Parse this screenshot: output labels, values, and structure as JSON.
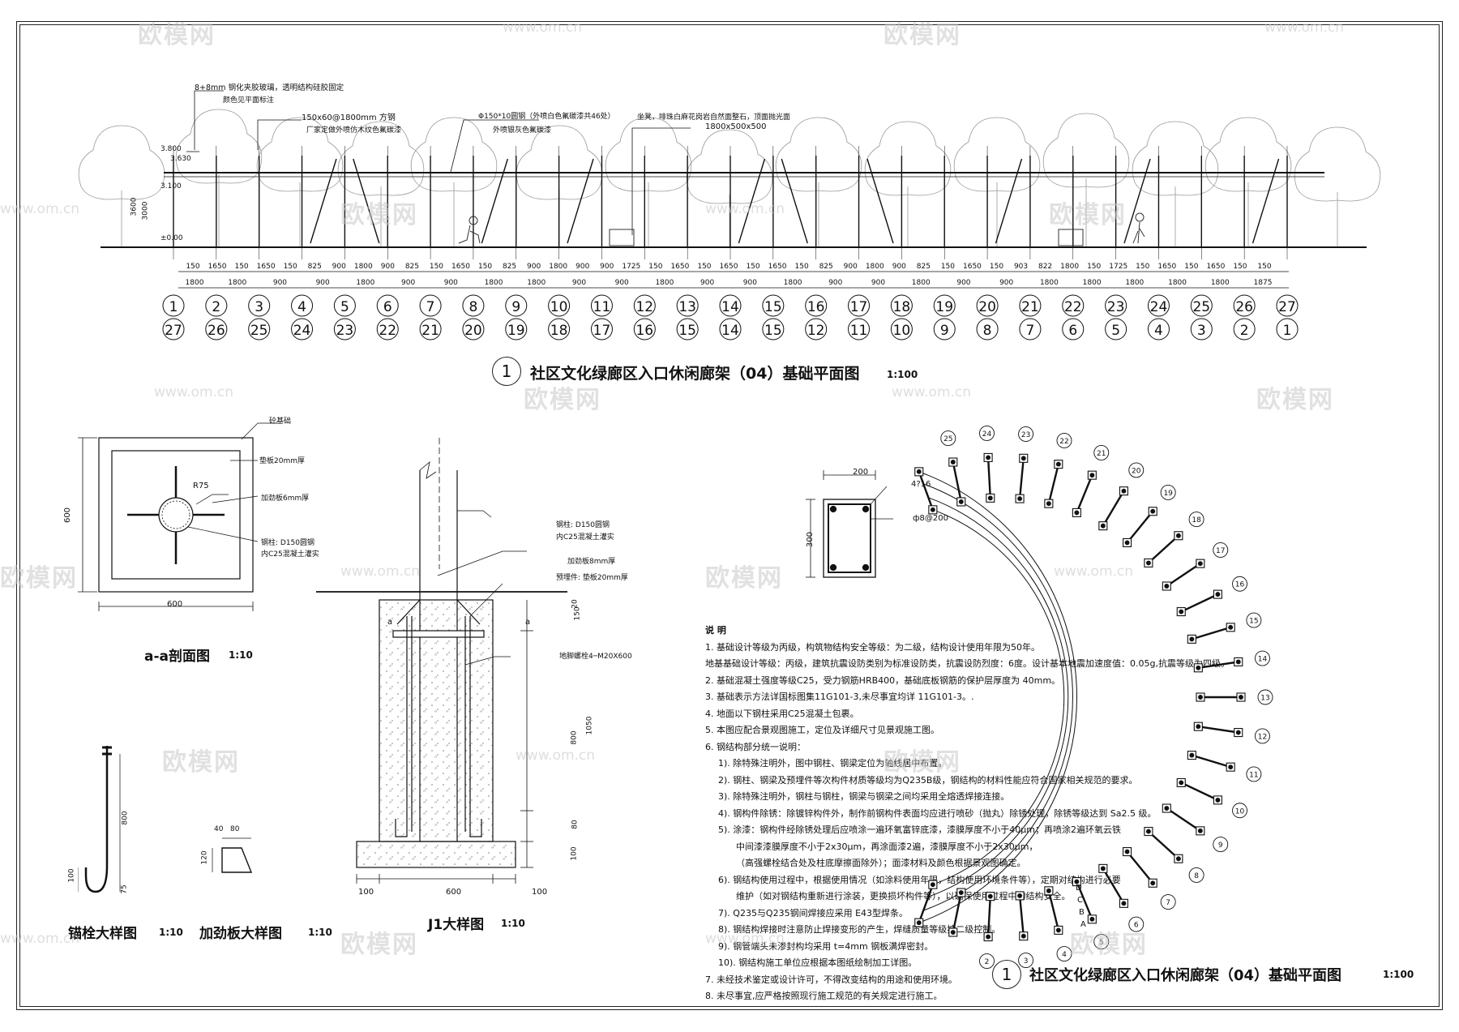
{
  "elevation": {
    "title": "社区文化绿廊区入口休闲廊架（04）基础平面图",
    "scale": "1:100",
    "index": "1",
    "annotations": [
      "8+8mm 钢化夹胶玻璃，透明结构硅胶固定",
      "颜色见平面标注",
      "150x60@1800mm 方钢",
      "厂家定做外喷仿木纹色氟碳漆",
      "Φ150*10圆钢（外喷白色氟碳漆共46处）",
      "外喷银灰色氟碳漆",
      "坐凳，啡珠白麻花岗岩自然面整石，顶面抛光面",
      "1800x500x500"
    ],
    "levels": [
      "3.800",
      "3.630",
      "3.100",
      "3600",
      "3000",
      "±0.00"
    ],
    "dims_top": [
      "150",
      "1650",
      "150",
      "1650",
      "150",
      "825",
      "900",
      "1800",
      "900",
      "825",
      "150",
      "1650",
      "150",
      "825",
      "900",
      "1800",
      "900",
      "900",
      "1725",
      "150",
      "1650",
      "150",
      "1650",
      "150",
      "1650",
      "150",
      "825",
      "900",
      "1800",
      "900",
      "825",
      "150",
      "1650",
      "150",
      "903",
      "822",
      "1800",
      "150",
      "1725",
      "150",
      "1650",
      "150",
      "1650",
      "150",
      "150"
    ],
    "dims_bottom": [
      "1800",
      "1800",
      "900",
      "900",
      "1800",
      "900",
      "900",
      "1800",
      "1800",
      "900",
      "900",
      "1800",
      "900",
      "900",
      "1800",
      "900",
      "900",
      "1800",
      "900",
      "900",
      "1800",
      "1800",
      "1800",
      "1800",
      "1800",
      "1875"
    ],
    "axes_top": [
      "1",
      "2",
      "3",
      "4",
      "5",
      "6",
      "7",
      "8",
      "9",
      "10",
      "11",
      "12",
      "13",
      "14",
      "15",
      "16",
      "17",
      "18",
      "19",
      "20",
      "21",
      "22",
      "23",
      "24",
      "25",
      "26",
      "27"
    ],
    "axes_bottom": [
      "27",
      "26",
      "25",
      "24",
      "23",
      "22",
      "21",
      "20",
      "19",
      "18",
      "17",
      "16",
      "15",
      "14",
      "15",
      "12",
      "11",
      "10",
      "9",
      "8",
      "7",
      "6",
      "5",
      "4",
      "3",
      "2",
      "1"
    ]
  },
  "section_aa": {
    "title": "a-a剖面图",
    "scale": "1:10",
    "dim_w": "600",
    "dim_h": "600",
    "labels": [
      "砼基础",
      "垫板20mm厚",
      "R75",
      "加劲板6mm厚",
      "钢柱: D150圆钢",
      "内C25混凝土灌实"
    ]
  },
  "j1": {
    "title": "J1大样图",
    "scale": "1:10",
    "labels": [
      "钢柱: D150圆钢",
      "内C25混凝土灌实",
      "加劲板8mm厚",
      "预埋件: 垫板20mm厚",
      "地脚螺栓4─M20X600",
      "a",
      "a"
    ],
    "dims_v": [
      "20",
      "150",
      "1050",
      "800",
      "80",
      "100"
    ],
    "dims_h": [
      "100",
      "600",
      "100"
    ]
  },
  "beam": {
    "w": "200",
    "h": "300",
    "rebar": "4?16",
    "stirrup": "ф8@200"
  },
  "anchor": {
    "title": "锚栓大样图",
    "scale": "1:10",
    "dims": [
      "800",
      "100",
      "75"
    ]
  },
  "stiffener": {
    "title": "加劲板大样图",
    "scale": "1:10",
    "dims": [
      "40",
      "80",
      "120"
    ]
  },
  "notes": {
    "heading": "说 明",
    "items": [
      "1. 基础设计等级为丙级，构筑物结构安全等级：为二级，结构设计使用年限为50年。",
      "地基基础设计等级：丙级，建筑抗震设防类别为标准设防类，抗震设防烈度：6度。设计基本地震加速度值：0.05g,抗震等级为四级。",
      "2. 基础混凝土强度等级C25，受力钢筋HRB400，基础底板钢筋的保护层厚度为 40mm。",
      "3. 基础表示方法详国标图集11G101-3,未尽事宜均详 11G101-3。.",
      "4. 地面以下钢柱采用C25混凝土包裹。",
      "5. 本图应配合景观图施工，定位及详细尺寸见景观施工图。",
      "6. 钢结构部分统一说明：",
      "1). 除特殊注明外，图中钢柱、钢梁定位为轴线居中布置。",
      "2). 钢柱、钢梁及预埋件等次构件材质等级均为Q235B级，钢结构的材料性能应符合国家相关规范的要求。",
      "3). 除特殊注明外，钢柱与钢柱，钢梁与钢梁之间均采用全熔透焊接连接。",
      "4). 钢构件除锈：除镀锌构件外，制作前钢构件表面均应进行喷砂（抛丸）除锈处理，除锈等级达到 Sa2.5 级。",
      "5). 涂漆：钢构件经除锈处理后应喷涂一遍环氧富锌底漆，漆膜厚度不小于40μm；再喷涂2遍环氧云铁",
      "中间漆漆膜厚度不小于2x30μm，再涂面漆2遍，漆膜厚度不小于2x30μm，",
      "（高强螺栓结合处及柱底摩擦面除外）；面漆材料及颜色根据景观图确定。",
      "6). 钢结构使用过程中，根据使用情况（如涂料使用年限，结构使用环境条件等），定期对结构进行必要",
      "维护（如对钢结构重新进行涂装，更换损坏构件等），以确保使用过程中的结构安全。",
      "7). Q235与Q235钢间焊接应采用 E43型焊条。",
      "8). 钢结构焊接时注意防止焊接变形的产生，焊缝质量等级按二级控制。",
      "9). 钢管端头未渗封构均采用 t=4mm 钢板满焊密封。",
      "10). 钢结构施工单位应根据本图纸绘制加工详图。",
      "7. 未经技术鉴定或设计许可，不得改变结构的用途和使用环境。",
      "8. 未尽事宜,应严格按照现行施工规范的有关规定进行施工。"
    ]
  },
  "plan": {
    "title": "社区文化绿廊区入口休闲廊架（04）基础平面图",
    "scale": "1:100",
    "index": "1",
    "axis_labels": [
      "25",
      "24",
      "23",
      "22",
      "21",
      "20",
      "19",
      "18",
      "17",
      "16",
      "15",
      "14",
      "13",
      "12",
      "11",
      "10",
      "9",
      "8",
      "7",
      "6",
      "5",
      "4",
      "3",
      "2"
    ],
    "row_labels": [
      "D",
      "C",
      "B",
      "A"
    ]
  },
  "watermark": {
    "brand": "欧模网",
    "url": "www.om.cn"
  }
}
